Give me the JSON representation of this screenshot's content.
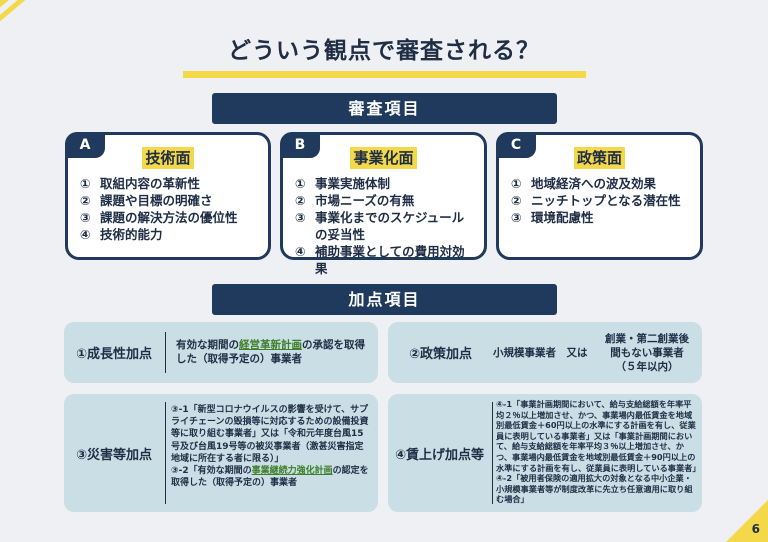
{
  "title": "どういう観点で審査される？",
  "review_banner": "審査項目",
  "bonus_banner": "加点項目",
  "colors": {
    "navy": "#1f3a5c",
    "yellow": "#f3d84a",
    "box": "#c9dfe5",
    "highlight_green": "#3f7f2a"
  },
  "cards": [
    {
      "tag": "A",
      "title": "技術面",
      "items": [
        {
          "n": "①",
          "text": "取組内容の革新性"
        },
        {
          "n": "②",
          "text": "課題や目標の明確さ"
        },
        {
          "n": "③",
          "text": "課題の解決方法の優位性"
        },
        {
          "n": "④",
          "text": "技術的能力"
        }
      ]
    },
    {
      "tag": "B",
      "title": "事業化面",
      "items": [
        {
          "n": "①",
          "text": "事業実施体制"
        },
        {
          "n": "②",
          "text": "市場ニーズの有無"
        },
        {
          "n": "③",
          "text": "事業化までのスケジュールの妥当性"
        },
        {
          "n": "④",
          "text": "補助事業としての費用対効果"
        }
      ]
    },
    {
      "tag": "C",
      "title": "政策面",
      "items": [
        {
          "n": "①",
          "text": "地域経済への波及効果"
        },
        {
          "n": "②",
          "text": "ニッチトップとなる潜在性"
        },
        {
          "n": "③",
          "text": "環境配慮性"
        }
      ]
    }
  ],
  "bonus": {
    "growth": {
      "label": "①成長性加点",
      "pre": "有効な期間の",
      "hl": "経営革新計画",
      "post": "の承認を取得した（取得予定の）事業者"
    },
    "policy": {
      "label": "②政策加点",
      "left": "小規模事業者　又は",
      "right": "創業・第二創業後間もない事業者（５年以内）"
    },
    "disaster": {
      "label": "③災害等加点",
      "p1": "③-1「新型コロナウイルスの影響を受けて、サプライチェーンの毀損等に対応するための設備投資等に取り組む事業者」又は「令和元年度台風15号及び台風19号等の被災事業者（激甚災害指定地域に所在する者に限る）」",
      "p2_pre": "③-2「有効な期間の",
      "p2_hl": "事業継続力強化計画",
      "p2_post": "の認定を取得した（取得予定の）事業者"
    },
    "wage": {
      "label": "④賃上げ加点等",
      "p1": "④-1「事業計画期間において、給与支給総額を年率平均２％以上増加させ、かつ、事業場内最低賃金を地域別最低賃金＋60円以上の水準にする計画を有し、従業員に表明している事業者」又は「事業計画期間において、給与支給総額を年率平均３％以上増加させ、かつ、事業場内最低賃金を地域別最低賃金＋90円以上の水準にする計画を有し、従業員に表明している事業者」",
      "p2": "④-2「被用者保険の適用拡大の対象となる中小企業・小規模事業者等が制度改革に先立ち任意適用に取り組む場合」"
    }
  },
  "page_number": "6"
}
